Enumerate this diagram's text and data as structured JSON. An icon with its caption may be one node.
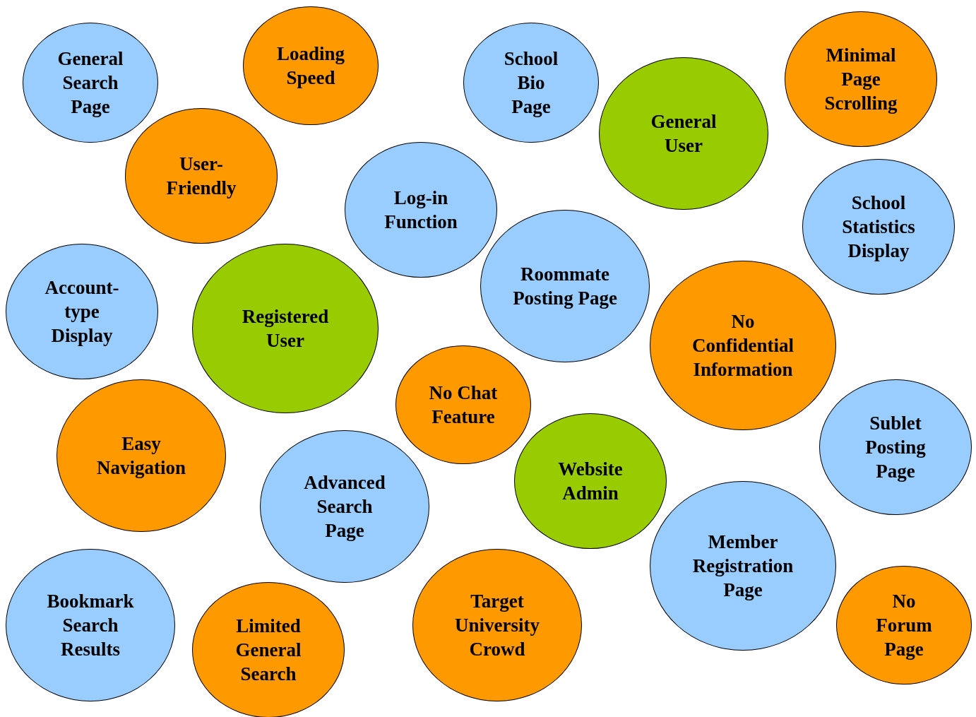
{
  "diagram": {
    "nodes": [
      {
        "text": [
          "General Search Page"
        ]
      },
      {
        "text": [
          "Loading Speed"
        ]
      },
      {
        "text": [
          "School Bio Page"
        ]
      },
      {
        "text": [
          "Minimal Page Scrolling"
        ]
      },
      {
        "text": [
          "General User"
        ]
      },
      {
        "text": [
          "User-Friendly"
        ]
      },
      {
        "text": [
          "Log-in Function"
        ]
      },
      {
        "text": [
          "School Statistics Display"
        ]
      },
      {
        "text": [
          "Roommate Posting Page"
        ]
      },
      {
        "text": [
          "Account-type Display"
        ]
      },
      {
        "text": [
          "Registered User"
        ]
      },
      {
        "text": [
          "No Confidential Information"
        ]
      },
      {
        "text": [
          "No Chat Feature"
        ]
      },
      {
        "text": [
          "Sublet Posting Page"
        ]
      },
      {
        "text": [
          "Easy Navigation"
        ]
      },
      {
        "text": [
          "Website Admin"
        ]
      },
      {
        "text": [
          "Advanced Search Page"
        ]
      },
      {
        "text": [
          "Member Registration Page"
        ]
      },
      {
        "text": [
          "Bookmark Search Results"
        ]
      },
      {
        "text": [
          "Target University Crowd"
        ]
      },
      {
        "text": [
          "No Forum Page"
        ]
      },
      {
        "text": [
          "Limited General Search"
        ]
      }
    ]
  }
}
